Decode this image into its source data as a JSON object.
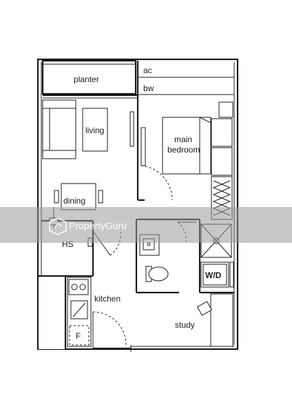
{
  "rooms": {
    "planter": "planter",
    "ac": "ac",
    "bw": "bw",
    "living": "living",
    "main_bedroom_line1": "main",
    "main_bedroom_line2": "bedroom",
    "dining": "dining",
    "hs": "HS",
    "wd": "W/D",
    "kitchen": "kitchen",
    "fridge": "F",
    "study": "study"
  },
  "watermark": {
    "brand": "PropertyGuru"
  },
  "colors": {
    "line": "#1a1a1a",
    "watermark_band": "#9a9a9a"
  }
}
